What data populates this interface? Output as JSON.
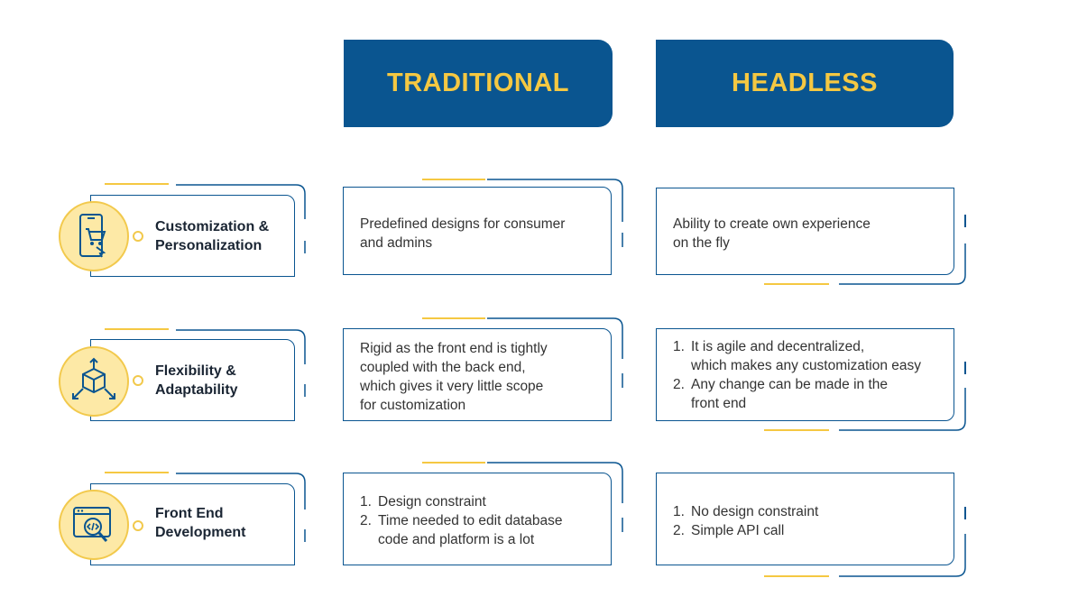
{
  "columns": {
    "traditional": "TRADITIONAL",
    "headless": "HEADLESS"
  },
  "rows": [
    {
      "feature": [
        "Customization &",
        "Personalization"
      ],
      "icon": "mobile-cart-icon",
      "traditional": [
        "Predefined designs for consumer",
        "and admins"
      ],
      "headless": [
        "Ability to create own experience",
        "on the fly"
      ]
    },
    {
      "feature": [
        "Flexibility &",
        "Adaptability"
      ],
      "icon": "cube-arrows-icon",
      "traditional": [
        "Rigid as the front end is tightly",
        "coupled with the back end,",
        "which gives it very little scope",
        "for customization"
      ],
      "headless_list": [
        {
          "num": "1.",
          "lines": [
            "It is agile and decentralized,",
            "which makes any customization easy"
          ]
        },
        {
          "num": "2.",
          "lines": [
            "Any change can be made in the",
            "front end"
          ]
        }
      ]
    },
    {
      "feature": [
        "Front End",
        "Development"
      ],
      "icon": "code-window-search-icon",
      "traditional_list": [
        {
          "num": "1.",
          "lines": [
            "Design constraint"
          ]
        },
        {
          "num": "2.",
          "lines": [
            "Time needed to edit database",
            "code and platform is a lot"
          ]
        }
      ],
      "headless_list": [
        {
          "num": "1.",
          "lines": [
            "No design constraint"
          ]
        },
        {
          "num": "2.",
          "lines": [
            "Simple API call"
          ]
        }
      ]
    }
  ],
  "colors": {
    "navy": "#0a5590",
    "yellow": "#f5c842",
    "circle_fill": "#fde9a6"
  }
}
